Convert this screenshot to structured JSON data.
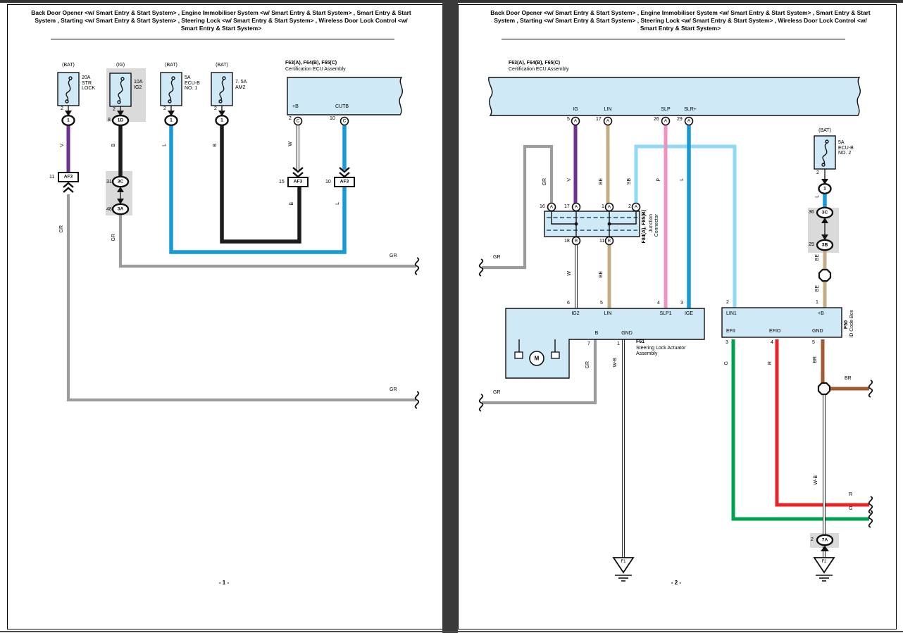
{
  "title": "Back Door Opener <w/ Smart Entry & Start System> , Engine Immobiliser System <w/ Smart Entry & Start System> , Smart Entry & Start System , Starting <w/ Smart Entry & Start System> , Steering Lock <w/ Smart Entry & Start System> , Wireless Door Lock Control <w/ Smart Entry & Start System>",
  "codes": {
    "v": "V",
    "b": "B",
    "l": "L",
    "w": "W",
    "wb": "W-B",
    "gr": "GR",
    "be": "BE",
    "sb": "SB",
    "p": "P",
    "g": "G",
    "r": "R",
    "br": "BR"
  },
  "letters": {
    "a": "A",
    "b": "B",
    "c": "C"
  },
  "colors": {
    "v": "#6a3094",
    "b": "#1c1c1c",
    "l": "#189ad6",
    "sb": "#8fd8f7",
    "be": "#c4ad85",
    "p": "#f093c0",
    "gr": "#9c9c9c",
    "g": "#00a14e",
    "r": "#e52528",
    "br": "#a55b31",
    "box": "#cfe9f7",
    "panel": "#dadada",
    "spine": "#3a3a3a"
  },
  "page1": {
    "number": "- 1 -",
    "fuse_str_lock": {
      "feed": "(BAT)",
      "label": "20A\nSTR\nLOCK",
      "pin": "2",
      "conn": "1"
    },
    "fuse_ig2": {
      "feed": "(IG)",
      "label": "10A\nIG2",
      "pin": "2",
      "conn_pin": "8",
      "conn": "1D"
    },
    "fuse_ecub1": {
      "feed": "(BAT)",
      "label": "5A\nECU-B\nNO. 1",
      "pin": "2",
      "conn": "1"
    },
    "fuse_am2": {
      "feed": "(BAT)",
      "label": "7. 5A\nAM2",
      "pin": "2",
      "conn": "1"
    },
    "ecu": {
      "code": "F63(A), F64(B), F65(C)",
      "name": "Certification ECU Assembly",
      "pin_b": {
        "name": "+B",
        "num": "2"
      },
      "pin_cutb": {
        "name": "CUTB",
        "num": "10"
      }
    },
    "af3_11": {
      "num": "11",
      "name": "AF3"
    },
    "af3_15": {
      "num": "15",
      "name": "AF3"
    },
    "af3_10": {
      "num": "10",
      "name": "AF3"
    },
    "jc_3c": {
      "num": "31",
      "name": "3C"
    },
    "jc_3a": {
      "num": "48",
      "name": "3A"
    }
  },
  "page2": {
    "number": "- 2 -",
    "ecu": {
      "code": "F63(A), F64(B), F65(C)",
      "name": "Certification ECU Assembly",
      "pins": [
        {
          "name": "IG",
          "num": "5"
        },
        {
          "name": "LIN",
          "num": "17"
        },
        {
          "name": "SLP",
          "num": "26"
        },
        {
          "name": "SLR+",
          "num": "29"
        }
      ]
    },
    "junction": {
      "code": "F84(A), F85(B)",
      "name1": "Junction",
      "name2": "Connector",
      "top": [
        {
          "num": "16"
        },
        {
          "num": "17"
        },
        {
          "num": "1"
        },
        {
          "num": "2"
        }
      ],
      "bottom": [
        {
          "num": "18"
        },
        {
          "num": "11"
        }
      ]
    },
    "actuator": {
      "code": "F61",
      "name": "Steering Lock Actuator\nAssembly",
      "motor": "M",
      "pin_ig2": {
        "name": "IG2",
        "num": "6"
      },
      "pin_lin": {
        "name": "LIN",
        "num": "5"
      },
      "pin_slp1": {
        "name": "SLP1",
        "num": "4"
      },
      "pin_ige": {
        "name": "IGE",
        "num": "3"
      },
      "pin_b": {
        "name": "B",
        "num": "7"
      },
      "pin_gnd": {
        "name": "GND",
        "num": "1"
      }
    },
    "idbox": {
      "code": "F50",
      "name": "ID Code Box",
      "pin_lin1": {
        "name": "LIN1",
        "num": "2"
      },
      "pin_pb": {
        "name": "+B",
        "num": "1"
      },
      "pin_efii": {
        "name": "EFII",
        "num": "3"
      },
      "pin_efio": {
        "name": "EFIO",
        "num": "4"
      },
      "pin_gnd": {
        "name": "GND",
        "num": "5"
      }
    },
    "fuse_ecub2": {
      "feed": "(BAT)",
      "label": "5A\nECU-B\nNO. 2",
      "pin": "2",
      "conn": "1"
    },
    "jc_3c": {
      "num": "36",
      "name": "3C"
    },
    "jc_3b": {
      "num": "29",
      "name": "3B"
    },
    "jc_7a": {
      "num": "2",
      "name": "7A"
    },
    "ground_f1": "F1",
    "ground_f2": "F2"
  }
}
